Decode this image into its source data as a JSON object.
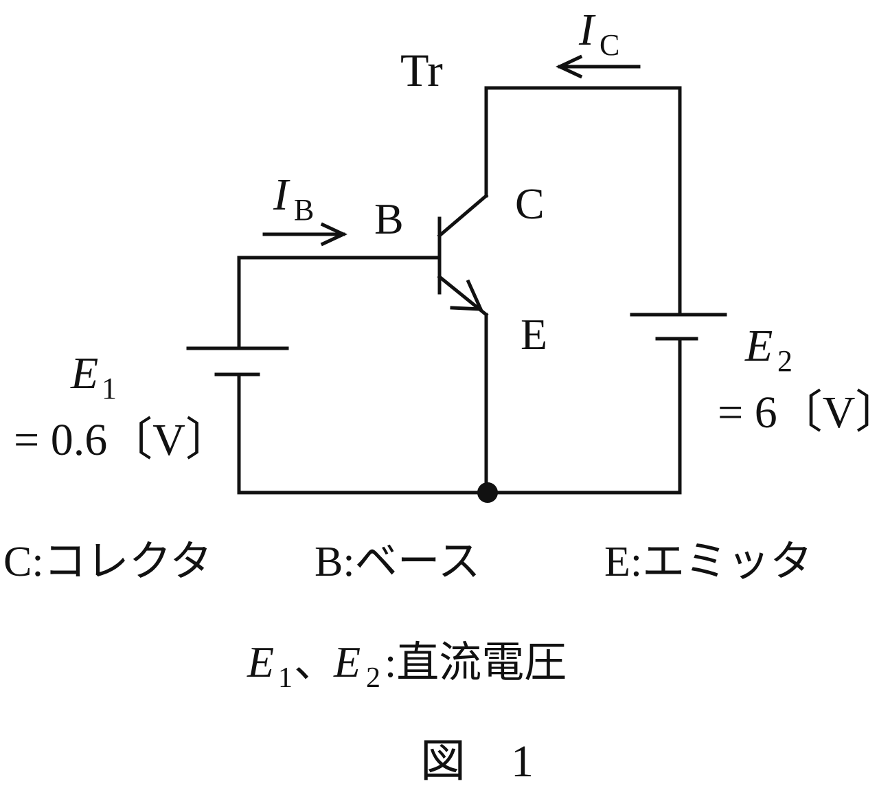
{
  "labels": {
    "transistor": "Tr",
    "collector_current": {
      "symbol": "I",
      "sub": "C"
    },
    "base_current": {
      "symbol": "I",
      "sub": "B"
    },
    "base": "B",
    "collector": "C",
    "emitter": "E",
    "e1": {
      "symbol": "E",
      "sub": "1",
      "value": "= 0.6〔V〕"
    },
    "e2": {
      "symbol": "E",
      "sub": "2",
      "value": "= 6〔V〕"
    }
  },
  "legend": {
    "collector": "C:コレクタ",
    "base": "B:ベース",
    "emitter": "E:エミッタ",
    "dc_e1": "E",
    "dc_e1_sub": "1",
    "dc_sep": "、",
    "dc_e2": "E",
    "dc_e2_sub": "2",
    "dc_text": ":直流電圧"
  },
  "caption": "図　1"
}
